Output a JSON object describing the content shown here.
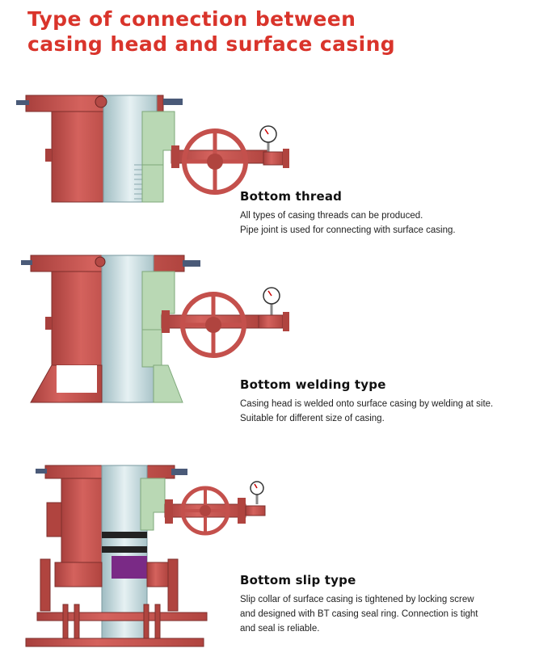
{
  "title": {
    "line1": "Type of connection between",
    "line2": "casing head and surface casing"
  },
  "colors": {
    "title_red": "#d9342b",
    "casing_red": "#c4504c",
    "steel_blue": "#c8dce0",
    "green_part": "#b9d8b4",
    "seal_purple": "#7a2a86",
    "seal_yellow": "#e8d23a"
  },
  "sections": [
    {
      "heading": "Bottom thread",
      "lines": [
        "All types of casing threads can be produced.",
        "Pipe joint is used for connecting with surface casing."
      ]
    },
    {
      "heading": "Bottom welding type",
      "lines": [
        "Casing head is welded onto surface casing by welding at site.",
        "Suitable for different size of casing."
      ]
    },
    {
      "heading": "Bottom slip type",
      "lines": [
        "Slip collar of surface casing is  tightened by locking screw",
        "and designed with BT casing seal ring. Connection is tight",
        "and seal is reliable."
      ]
    }
  ]
}
